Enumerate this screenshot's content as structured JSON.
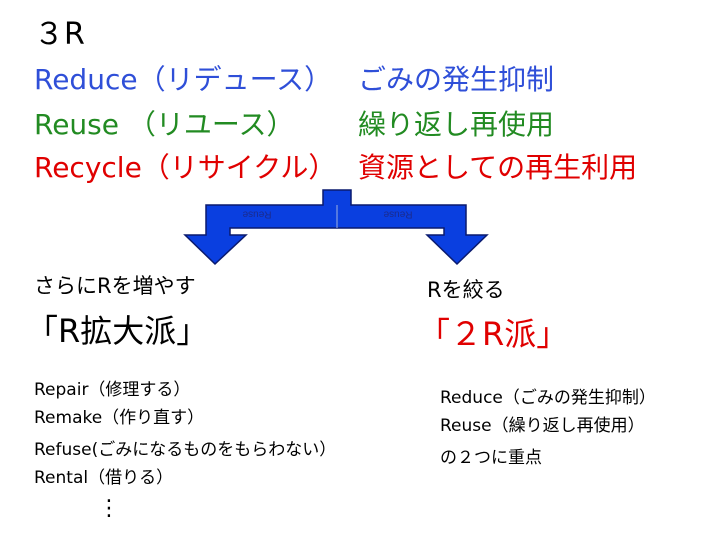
{
  "title": "３R",
  "rows": [
    {
      "en": "Reduce（リデュース）",
      "jp": "ごみの発生抑制",
      "color": "#2F4FD8"
    },
    {
      "en": "Reuse （リユース）",
      "jp": "繰り返し再使用",
      "color": "#228B22"
    },
    {
      "en": "Recycle（リサイクル）",
      "jp": "資源としての再生利用",
      "color": "#E00000"
    }
  ],
  "arrow": {
    "left_tag": "Reuse",
    "right_tag": "Reuse",
    "color": "#0A3FE0",
    "outline": "#0A1A6E"
  },
  "left": {
    "lead": "さらにRを増やす",
    "school": "「R拡大派」",
    "items": [
      "Repair（修理する）",
      "Remake（作り直す）",
      "Refuse(ごみになるものをもらわない）",
      "Rental（借りる）"
    ],
    "more": "⋮"
  },
  "right": {
    "lead": "Rを絞る",
    "school": "「２R派」",
    "items": [
      "Reduce（ごみの発生抑制）",
      "Reuse（繰り返し再使用）",
      "の２つに重点"
    ]
  }
}
